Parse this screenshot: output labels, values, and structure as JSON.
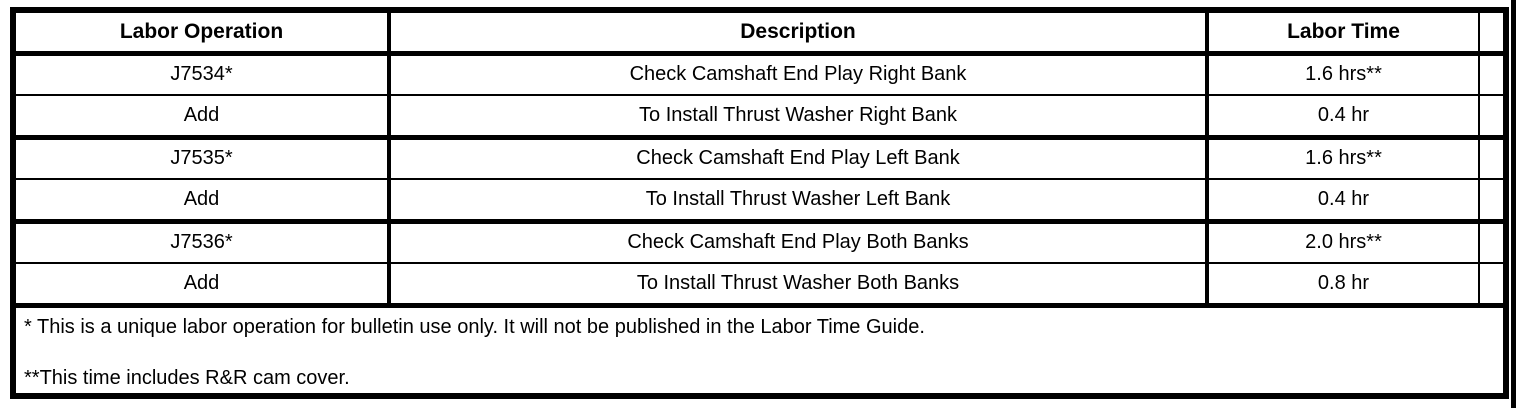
{
  "table": {
    "headers": {
      "labor_operation": "Labor Operation",
      "description": "Description",
      "labor_time": "Labor Time"
    },
    "rows": [
      {
        "op": "J7534*",
        "desc": "Check Camshaft End Play Right Bank",
        "time": "1.6 hrs**"
      },
      {
        "op": "Add",
        "desc": "To Install Thrust Washer Right Bank",
        "time": "0.4 hr"
      },
      {
        "op": "J7535*",
        "desc": "Check Camshaft End Play Left Bank",
        "time": "1.6 hrs**"
      },
      {
        "op": "Add",
        "desc": "To Install Thrust Washer Left Bank",
        "time": "0.4 hr"
      },
      {
        "op": "J7536*",
        "desc": "Check Camshaft End Play Both Banks",
        "time": "2.0 hrs**"
      },
      {
        "op": "Add",
        "desc": "To Install Thrust Washer Both Banks",
        "time": "0.8 hr"
      }
    ],
    "notes": [
      "* This is a unique labor operation for bulletin use only. It will not be published in the Labor Time Guide.",
      "**This time includes R&R cam cover."
    ]
  },
  "colors": {
    "border": "#000000",
    "background": "#ffffff",
    "text": "#000000"
  }
}
